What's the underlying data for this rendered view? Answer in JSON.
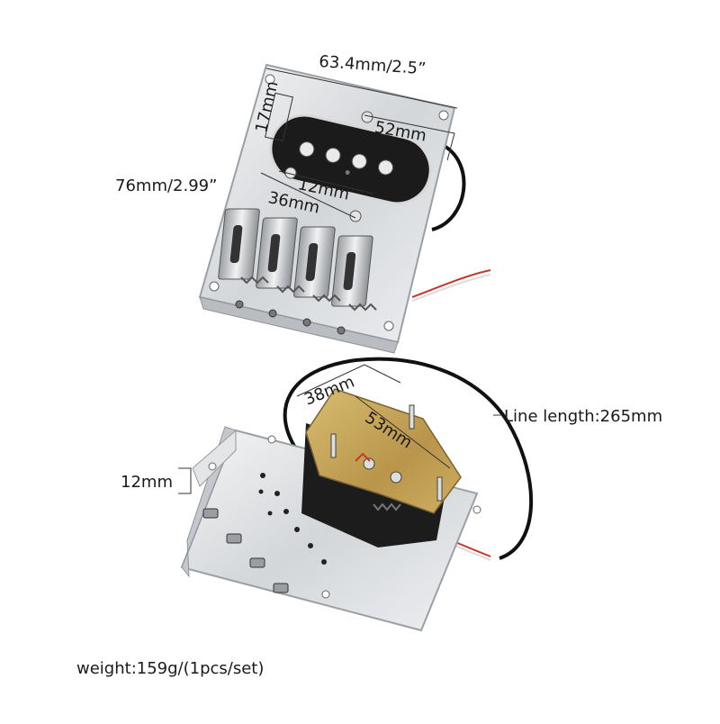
{
  "labels": {
    "width_top": "63.4mm/2.5”",
    "pickup_height": "17mm",
    "pickup_length": "52mm",
    "plate_height": "76mm/2.99”",
    "pole_spacing": "12mm",
    "saddle_span": "36mm",
    "bottom_width": "38mm",
    "bottom_length": "53mm",
    "line_length": "Line length:265mm",
    "plate_side": "12mm",
    "weight": "weight:159g/(1pcs/set)"
  },
  "colors": {
    "chrome": "#d9dcdf",
    "pickup_black": "#1b1b1b",
    "brass": "#c9a95a",
    "wire_red": "#c0392b"
  }
}
